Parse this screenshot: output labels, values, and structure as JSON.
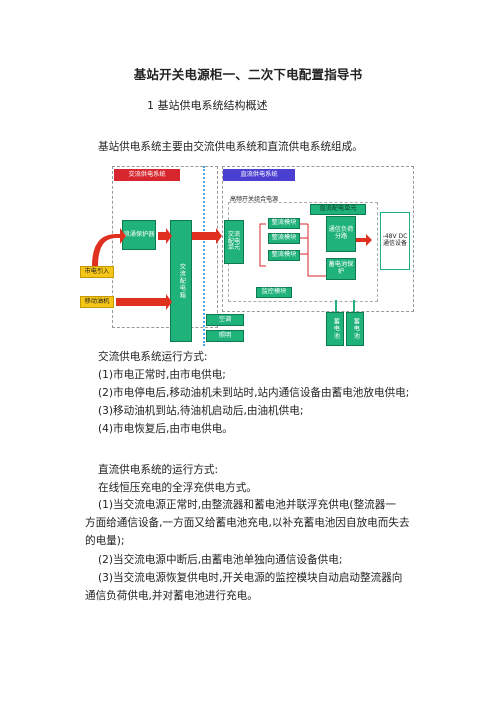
{
  "doc": {
    "title": "基站开关电源柜一、二次下电配置指导书",
    "section": "1 基站供电系统结构概述",
    "intro": "基站供电系统主要由交流供电系统和直流供电系统组成。"
  },
  "diagram": {
    "ac_header": "交流供电系统",
    "dc_header": "直流供电系统",
    "hf_label": "高频开关组合电源",
    "ac_protector": "浪涌保护器",
    "ac_distribution_box": "交流配电箱",
    "mains_input": "市电引入",
    "mobile_engine": "移动油机",
    "ac_dist_unit": "交流配电单元",
    "rectifier_1": "整流模块",
    "rectifier_2": "整流模块",
    "rectifier_3": "整流模块",
    "monitor": "监控模块",
    "dc_dist_unit": "直流配电单元",
    "comm_load_branch": "通信负荷分路",
    "battery_protect": "蓄电池保护",
    "output": "-48V DC 通信设备",
    "aircon": "空调",
    "lighting": "照明",
    "battery_1": "蓄电池",
    "battery_2": "蓄电池",
    "colors": {
      "green": "#1fb27a",
      "red": "#d7262e",
      "blue": "#4a3fd0",
      "arrow": "#e03020"
    }
  },
  "ac_mode": {
    "heading": "交流供电系统运行方式:",
    "items": [
      "(1)市电正常时,由市电供电;",
      "(2)市电停电后,移动油机未到站时,站内通信设备由蓄电池放电供电;",
      "(3)移动油机到站,待油机启动后,由油机供电;",
      "(4)市电恢复后,由市电供电。"
    ]
  },
  "dc_mode": {
    "heading": "直流供电系统的运行方式:",
    "line1": "在线恒压充电的全浮充供电方式。",
    "p1_a": "(1)当交流电源正常时,由整流器和蓄电池并联浮充供电(整流器一",
    "p1_b": "方面给通信设备,一方面又给蓄电池充电,以补充蓄电池因自放电而失去",
    "p1_c": "的电量);",
    "p2": "(2)当交流电源中断后,由蓄电池单独向通信设备供电;",
    "p3_a": "(3)当交流电源恢复供电时,开关电源的监控模块自动启动整流器向",
    "p3_b": "通信负荷供电,并对蓄电池进行充电。"
  }
}
